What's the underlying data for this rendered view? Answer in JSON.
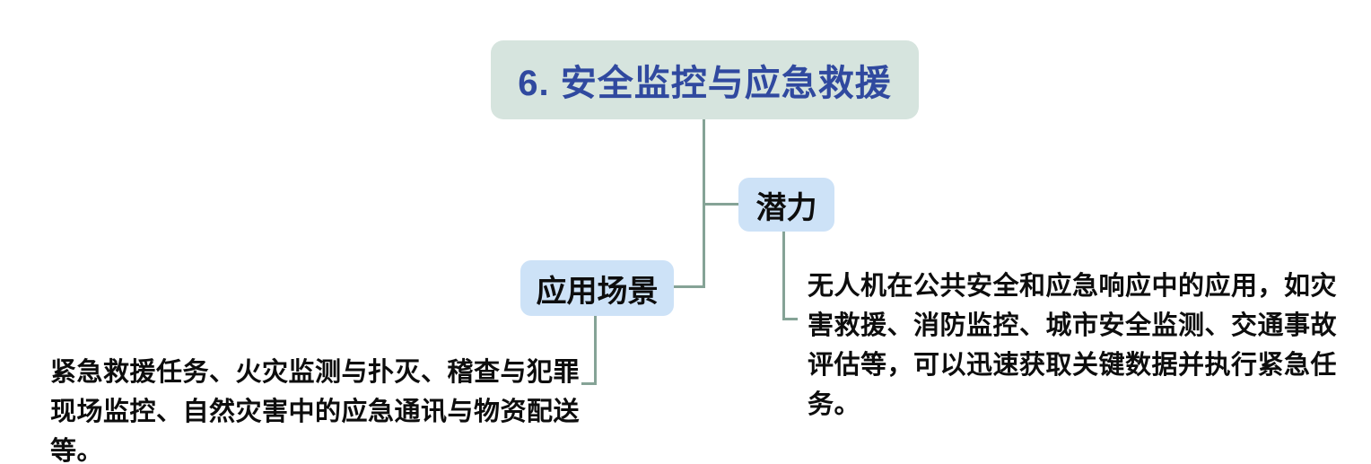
{
  "diagram": {
    "type": "mindmap",
    "root": {
      "label": "6. 安全监控与应急救援"
    },
    "branches": [
      {
        "id": "potential",
        "label": "潜力",
        "description": "无人机在公共安全和应急响应中的应用，如灾害救援、消防监控、城市安全监测、交通事故评估等，可以迅速获取关键数据并执行紧急任务。"
      },
      {
        "id": "application-scenarios",
        "label": "应用场景",
        "description": "紧急救援任务、火灾监测与扑灭、稽查与犯罪现场监控、自然灾害中的应急通讯与物资配送等。"
      }
    ]
  },
  "colors": {
    "root-fill": "#d6e4de",
    "root-text": "#30499f",
    "branch-fill": "#cde2f7",
    "branch-text": "#0d0d0d",
    "connector": "#85a396",
    "body-text": "#0d0d0d",
    "background": "#ffffff"
  }
}
